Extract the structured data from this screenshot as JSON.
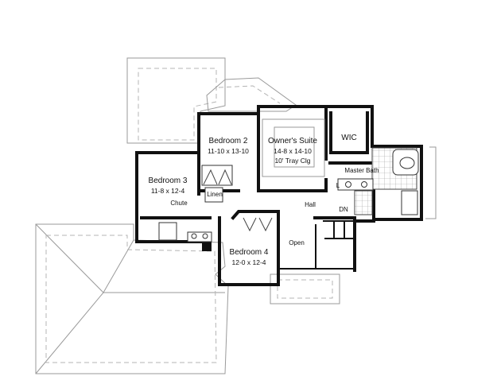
{
  "rooms": {
    "bedroom2": {
      "name": "Bedroom 2",
      "dims": "11-10 x 13-10"
    },
    "owners_suite": {
      "name": "Owner's Suite",
      "dims": "14-8 x 14-10",
      "ceiling": "10' Tray Clg"
    },
    "wic": {
      "name": "WIC"
    },
    "bedroom3": {
      "name": "Bedroom 3",
      "dims": "11-8 x 12-4"
    },
    "master_bath": {
      "name": "Master Bath"
    },
    "linen": {
      "name": "Linen"
    },
    "chute": {
      "name": "Chute"
    },
    "hall": {
      "name": "Hall"
    },
    "dn": {
      "name": "DN"
    },
    "l_mark": {
      "name": "L"
    },
    "open": {
      "name": "Open"
    },
    "bedroom4": {
      "name": "Bedroom 4",
      "dims": "12-0 x 12-4"
    }
  },
  "colors": {
    "walls": "#111111",
    "roof_outline": "#9a9a9a",
    "background": "#ffffff"
  }
}
